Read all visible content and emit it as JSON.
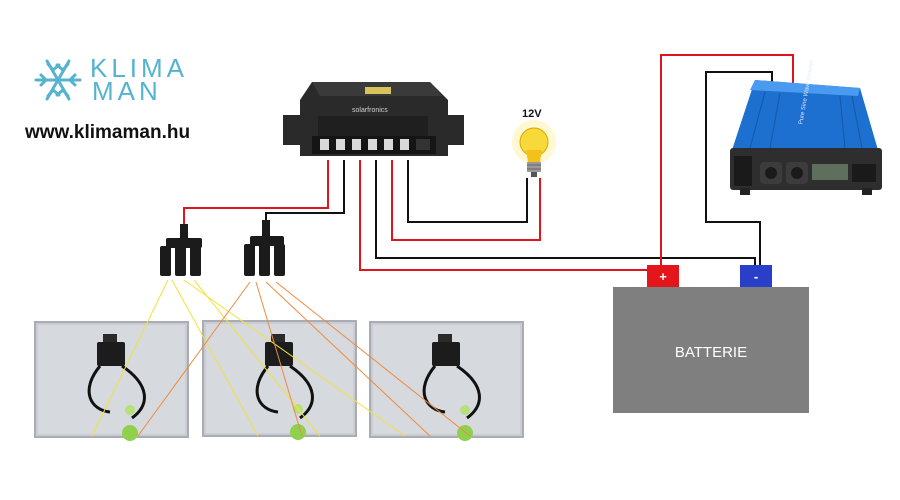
{
  "logo": {
    "line1": "KLIMA",
    "line2": "MAN",
    "url": "www.klimaman.hu",
    "brand_color": "#56b3cf"
  },
  "lamp": {
    "label": "12V"
  },
  "controller": {
    "brand": "solarfronics"
  },
  "inverter": {
    "label": "Pure Sine Wave Inverter"
  },
  "battery": {
    "label": "BATTERIE",
    "positive": "+",
    "negative": "-",
    "color": "#7f7f7f",
    "pos_color": "#e3161c",
    "neg_color": "#2a3fc8"
  },
  "wire_colors": {
    "positive": "#e0141c",
    "negative": "#111111",
    "panel_a": "#f2e23c",
    "panel_b": "#f08a3c"
  },
  "icons": [
    "snowflake-icon",
    "light-bulb-icon"
  ]
}
